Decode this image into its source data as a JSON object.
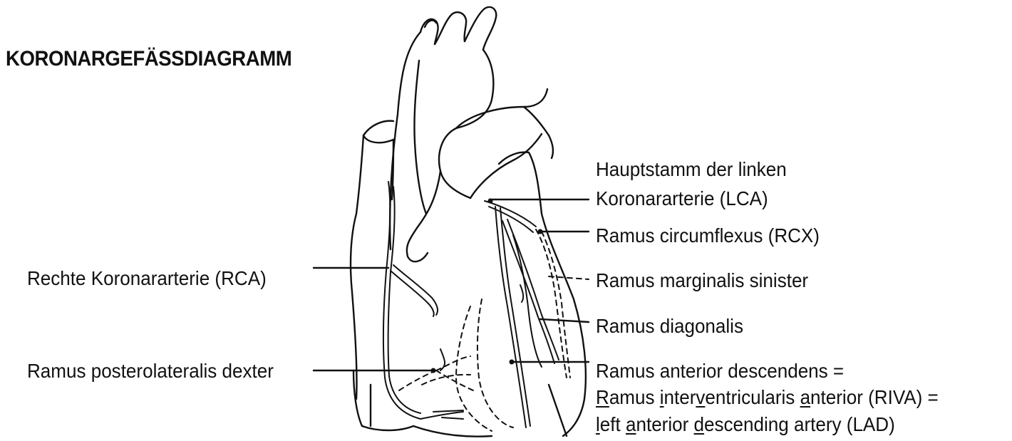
{
  "title": "KORONARGEFÄSSDIAGRAMM",
  "labels": {
    "lca_line1": "Hauptstamm der linken",
    "lca_line2": "Koronararterie (LCA)",
    "rcx": "Ramus circumflexus (RCX)",
    "rms": "Ramus marginalis sinister",
    "rd": "Ramus diagonalis",
    "rad_line1": "Ramus anterior descendens =",
    "riva_parts": [
      "R",
      "amus ",
      "i",
      "nter",
      "v",
      "entricularis ",
      "a",
      "nterior (RIVA) ="
    ],
    "lad_parts": [
      "l",
      "eft ",
      "a",
      "nterior ",
      "d",
      "escending artery (LAD)"
    ],
    "rca": "Rechte Koronararterie (RCA)",
    "rpld": "Ramus posterolateralis dexter"
  }
}
